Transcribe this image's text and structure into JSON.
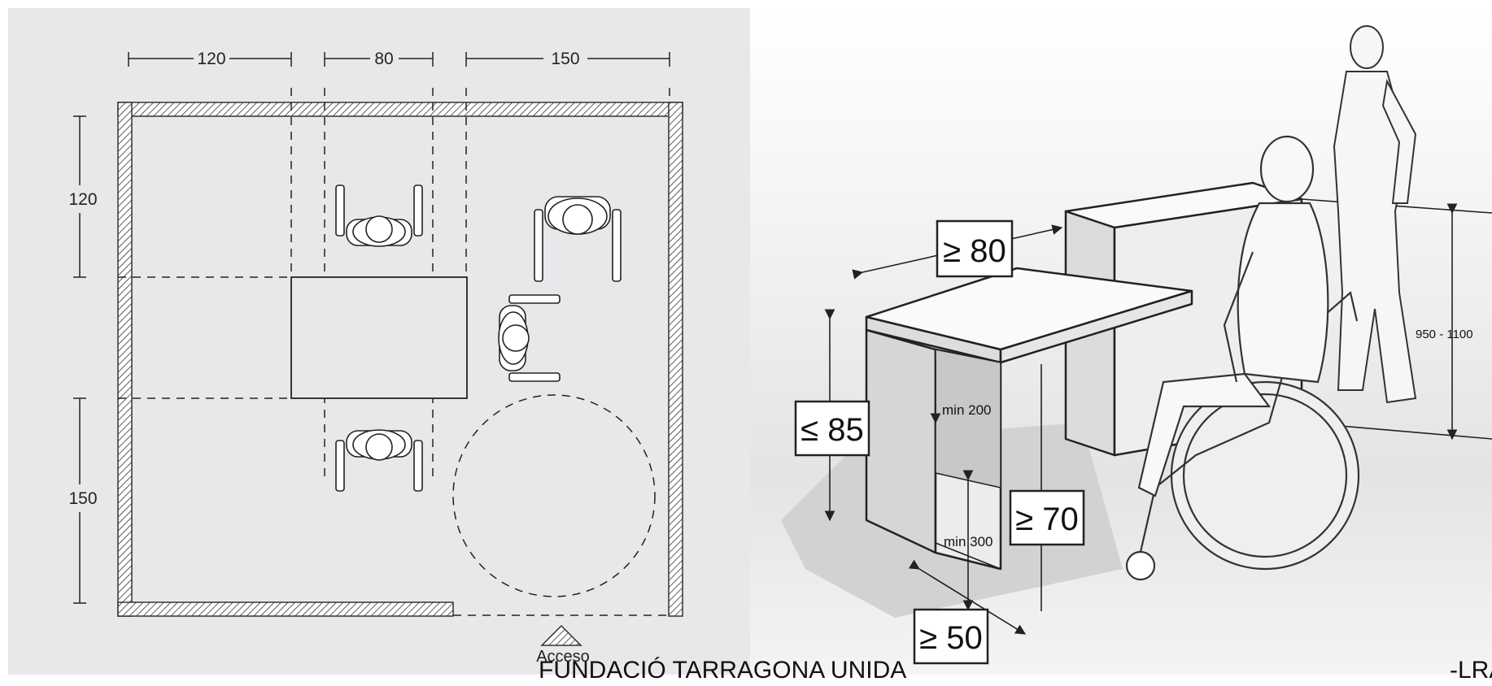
{
  "floor_plan": {
    "dimensions_top": [
      "120",
      "80",
      "150"
    ],
    "dimensions_left": [
      "120",
      "150"
    ],
    "access_label": "Acceso"
  },
  "counter_view": {
    "labels": {
      "min_length": "≥ 80",
      "max_height": "≤ 85",
      "min_knee_height": "≥ 70",
      "min_depth": "≥ 50",
      "min_200": "min 200",
      "min_300": "min 300",
      "high_counter_height": "950 - 1100"
    }
  },
  "footer": {
    "organization": "FUNDACIÓ TARRAGONA UNIDA",
    "right_text": "-LRA"
  }
}
